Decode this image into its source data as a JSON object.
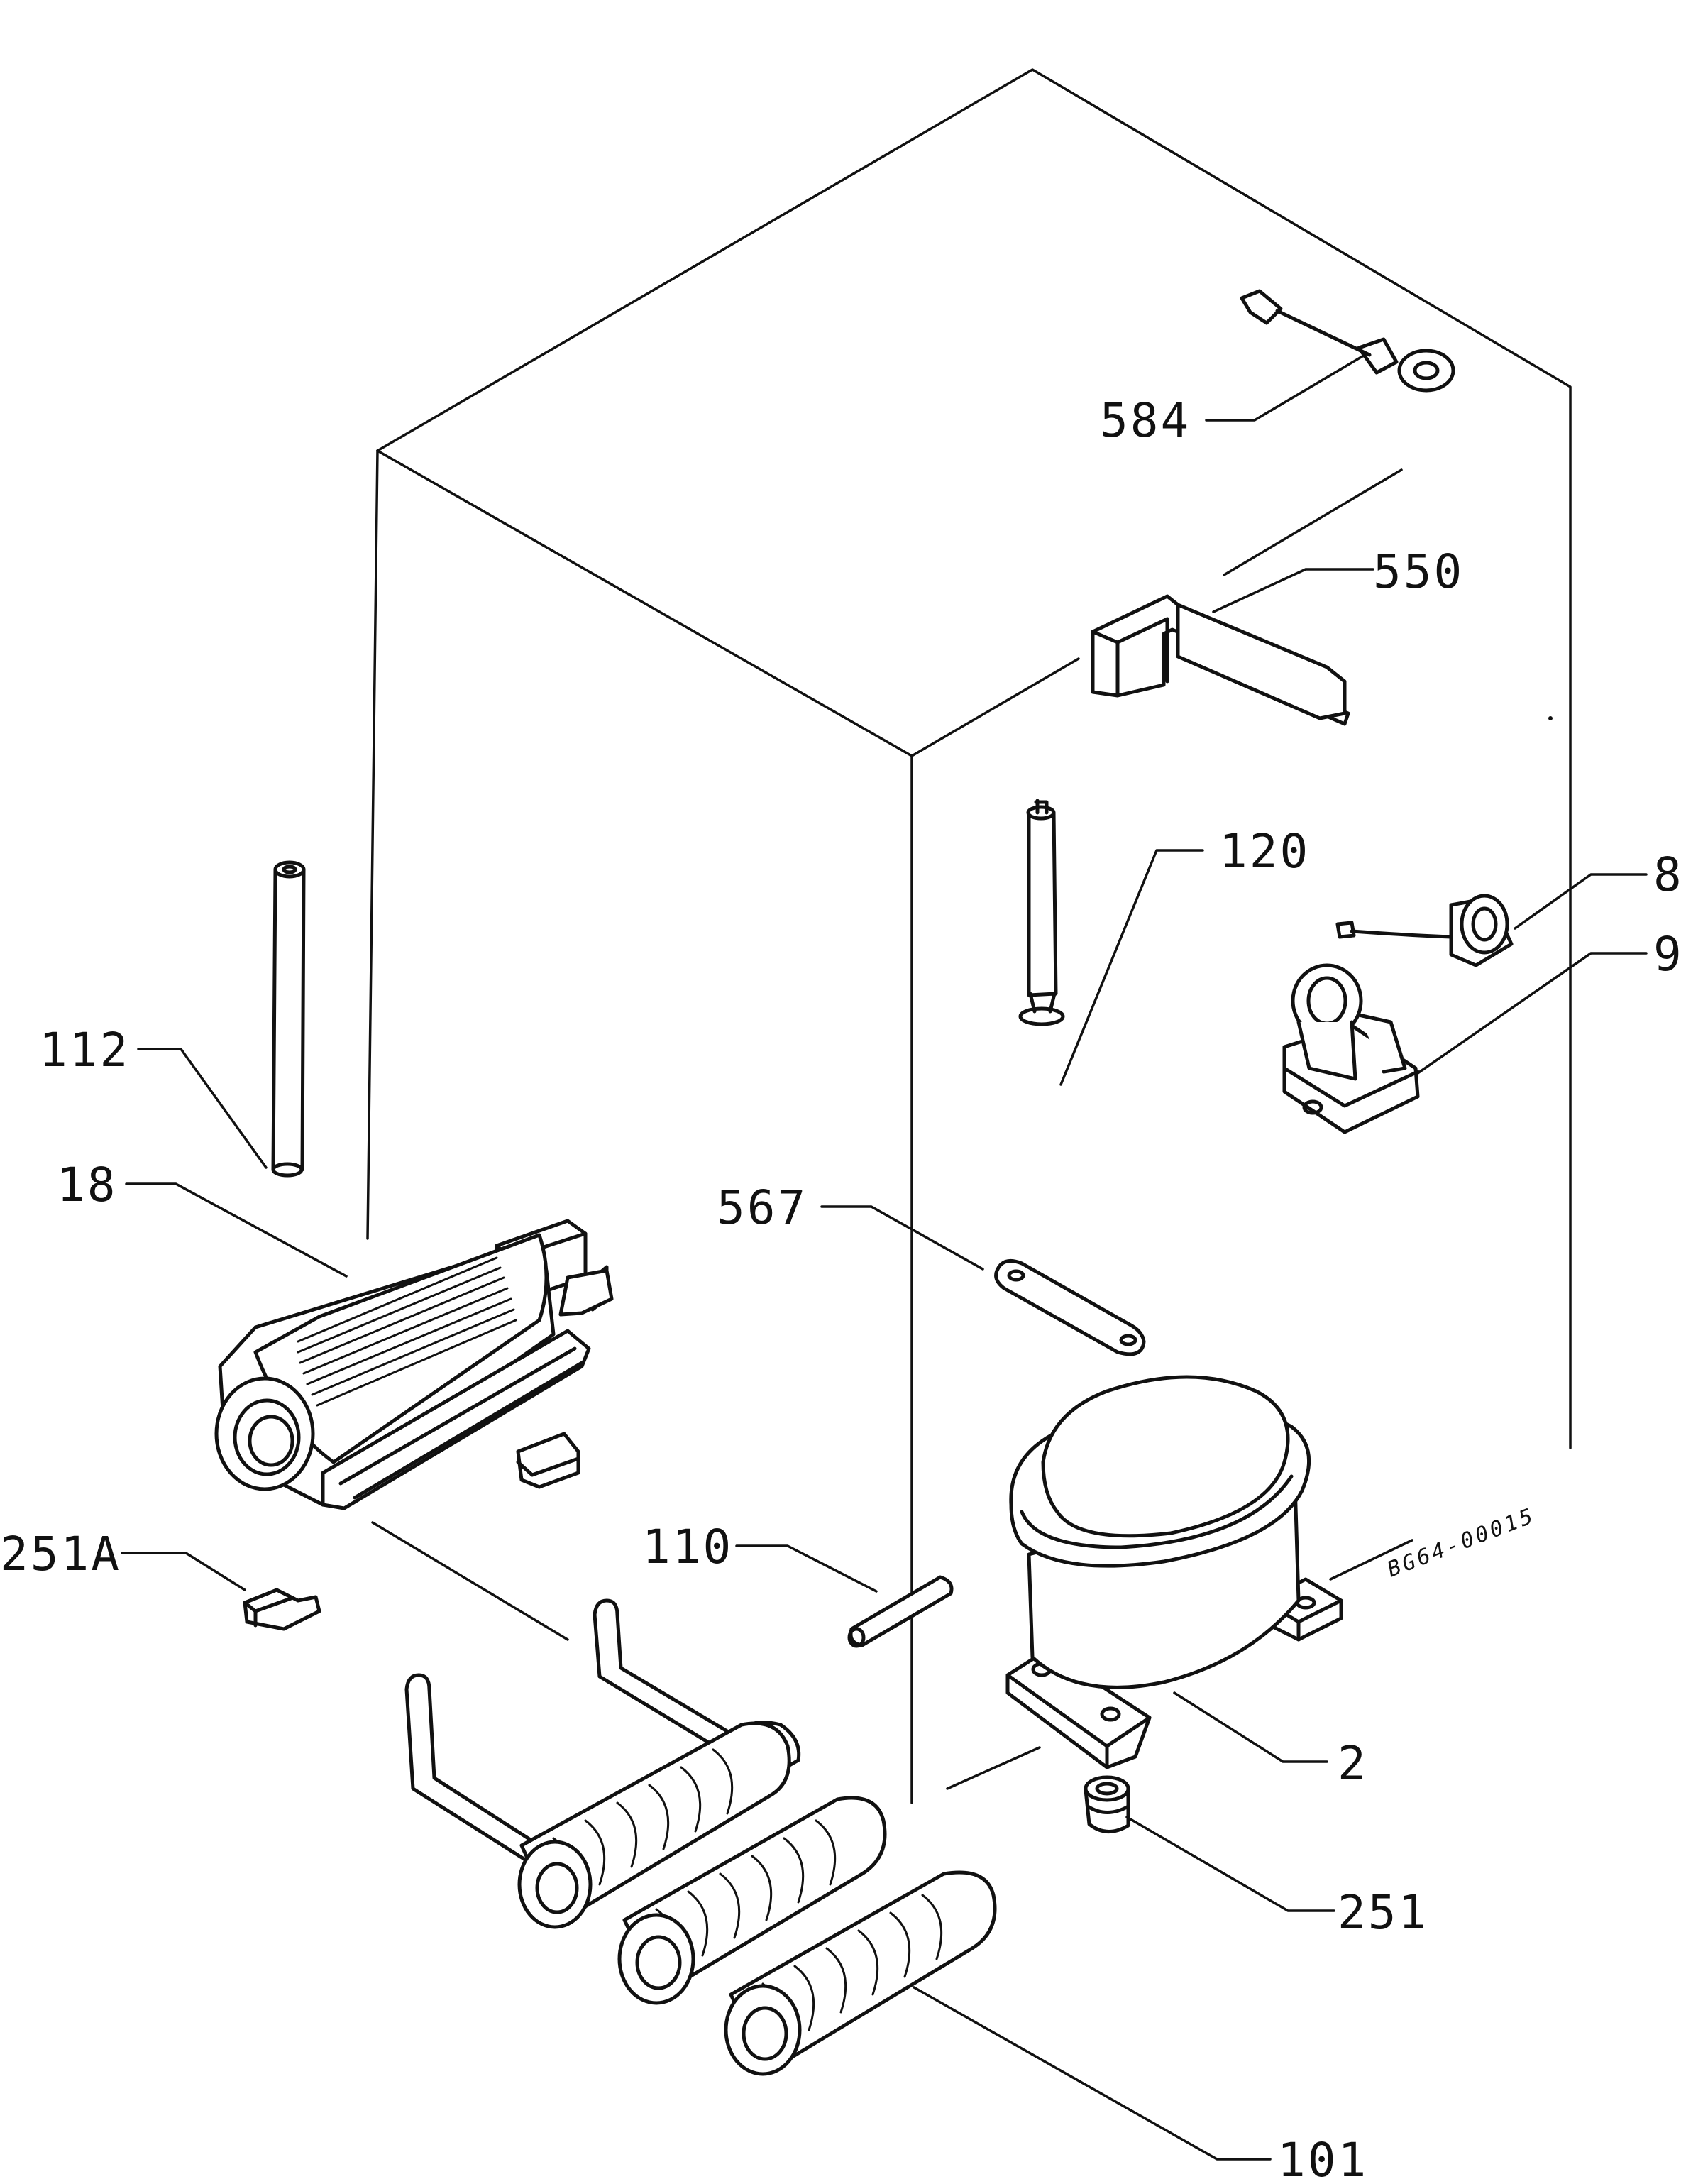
{
  "drawing_code": "BG64-00015",
  "parts": [
    {
      "id": "p584",
      "label": "584"
    },
    {
      "id": "p550",
      "label": "550"
    },
    {
      "id": "p120",
      "label": "120"
    },
    {
      "id": "p8",
      "label": "8"
    },
    {
      "id": "p9",
      "label": "9"
    },
    {
      "id": "p112",
      "label": "112"
    },
    {
      "id": "p18",
      "label": "18"
    },
    {
      "id": "p567",
      "label": "567"
    },
    {
      "id": "p251A",
      "label": "251A"
    },
    {
      "id": "p110",
      "label": "110"
    },
    {
      "id": "p2",
      "label": "2"
    },
    {
      "id": "p251",
      "label": "251"
    },
    {
      "id": "p101",
      "label": "101"
    }
  ]
}
